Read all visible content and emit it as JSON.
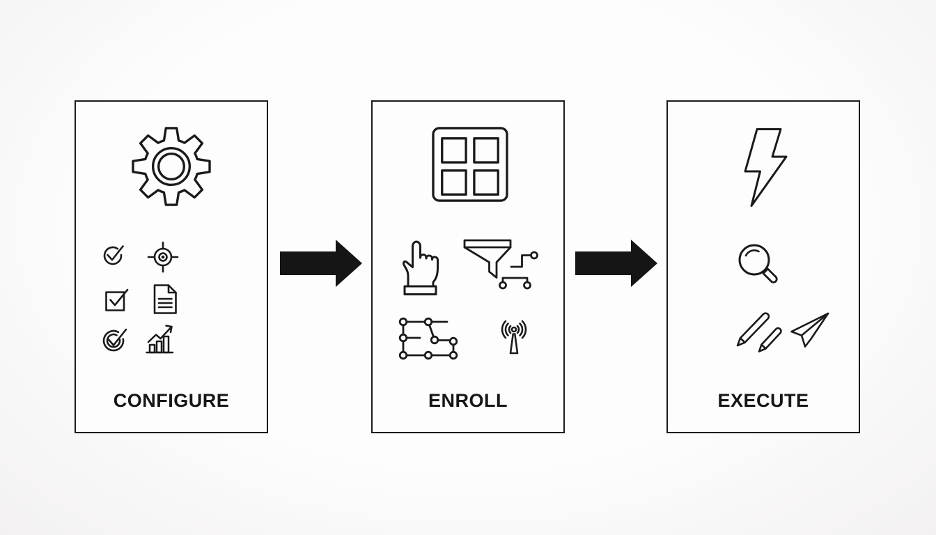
{
  "diagram": {
    "background_color": "#fafafa",
    "line_color": "#1a1a1a",
    "arrow_color": "#151515",
    "steps": [
      {
        "label": "CONFIGURE",
        "main_icon": "gear-icon",
        "sub_icons": [
          "check-circle-icon",
          "target-icon",
          "checkbox-checked-icon",
          "document-icon",
          "goal-check-icon",
          "growth-chart-icon"
        ]
      },
      {
        "label": "ENROLL",
        "main_icon": "window-grid-icon",
        "sub_icons": [
          "pointing-hand-icon",
          "funnel-circuit-icon",
          "network-nodes-icon",
          "broadcast-antenna-icon"
        ]
      },
      {
        "label": "EXECUTE",
        "main_icon": "lightning-bolt-icon",
        "sub_icons": [
          "magnifier-icon",
          "pencils-icon",
          "paper-plane-icon"
        ]
      }
    ],
    "connectors": [
      {
        "type": "arrow-right"
      },
      {
        "type": "arrow-right"
      }
    ]
  }
}
